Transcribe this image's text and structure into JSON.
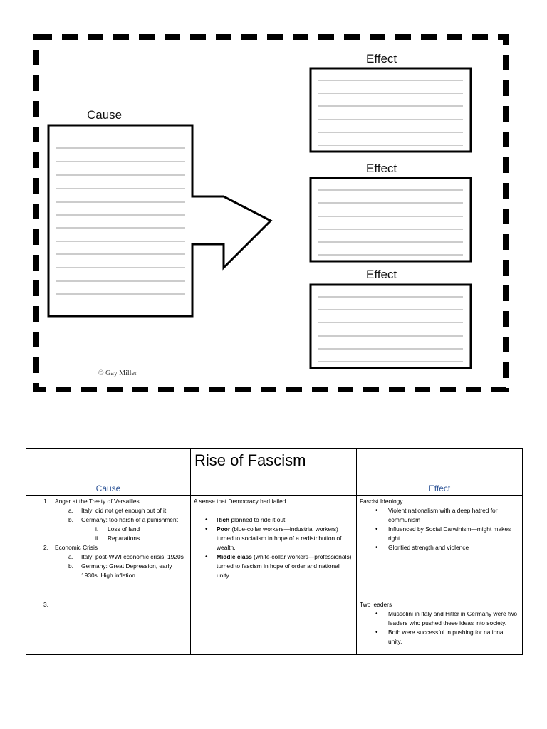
{
  "organizer": {
    "cause_label": "Cause",
    "effect_labels": [
      "Effect",
      "Effect",
      "Effect"
    ],
    "copyright": "© Gay Miller"
  },
  "table": {
    "title": "Rise of Fascism",
    "cause_header": "Cause",
    "effect_header": "Effect",
    "row1": {
      "cause": {
        "item1_num": "1.",
        "item1": "Anger at the Treaty of Versailles",
        "item1a_num": "a.",
        "item1a": "Italy: did not get enough out of it",
        "item1b_num": "b.",
        "item1b": "Germany: too harsh of a punishment",
        "item1b_i_num": "i.",
        "item1b_i": "Loss of land",
        "item1b_ii_num": "ii.",
        "item1b_ii": "Reparations",
        "item2_num": "2.",
        "item2": "Economic Crisis",
        "item2a_num": "a.",
        "item2a": "Italy: post-WWI economic crisis, 1920s",
        "item2b_num": "b.",
        "item2b": "Germany: Great Depression, early 1930s. High inflation"
      },
      "middle": {
        "intro": "A sense that Democracy had failed",
        "b1_bold": "Rich",
        "b1": " planned to ride it out",
        "b2_bold": "Poor",
        "b2": " (blue-collar workers—industrial workers) turned to socialism in hope of a redistribution of wealth.",
        "b3_bold": "Middle class",
        "b3": " (white-collar workers—professionals) turned to fascism in hope of order and national unity"
      },
      "effect": {
        "intro": "Fascist Ideology",
        "bullets": [
          "Violent nationalism with a deep hatred for communism",
          "Influenced by Social Darwinism—might makes right",
          "Glorified strength and violence"
        ]
      }
    },
    "row2": {
      "cause_num": "3.",
      "middle": "",
      "effect": {
        "intro": "Two leaders",
        "bullets": [
          "Mussolini in Italy and Hitler in Germany were two leaders who pushed these ideas into society.",
          "Both were successful in pushing for national unity."
        ]
      }
    }
  }
}
